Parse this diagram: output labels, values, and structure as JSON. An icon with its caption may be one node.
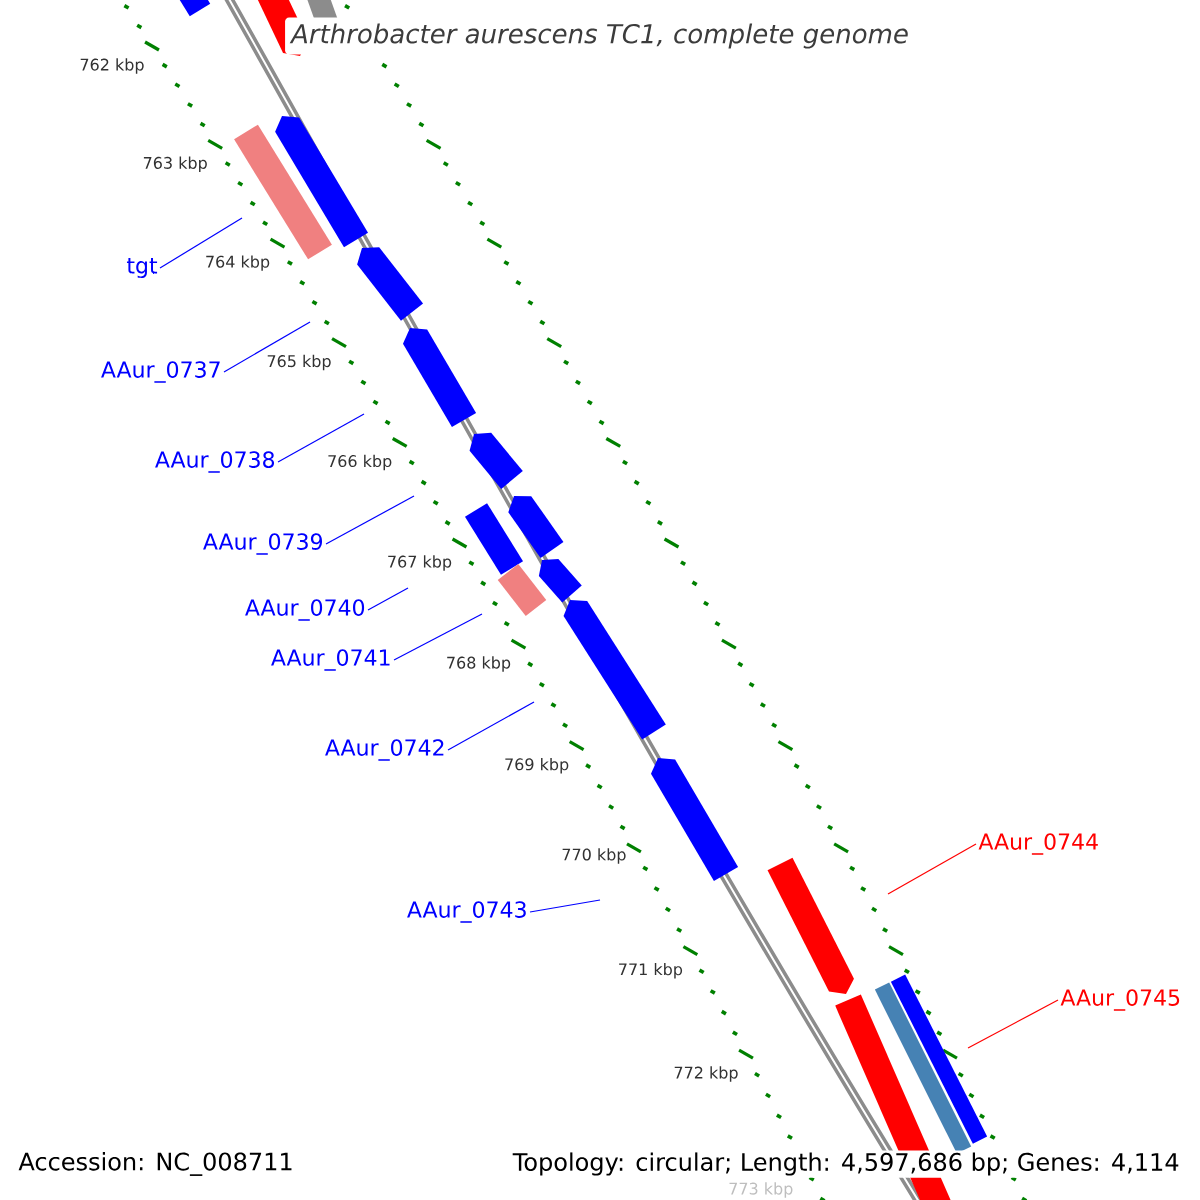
{
  "diagram": {
    "title": "Arthrobacter aurescens TC1, complete genome",
    "nodes": [
      {
        "text": [
          "tgt"
        ]
      },
      {
        "text": [
          "AAur_0737"
        ]
      },
      {
        "text": [
          "AAur_0738"
        ]
      },
      {
        "text": [
          "AAur_0739"
        ]
      },
      {
        "text": [
          "AAur_0740"
        ]
      },
      {
        "text": [
          "AAur_0741"
        ]
      },
      {
        "text": [
          "AAur_0742"
        ]
      },
      {
        "text": [
          "AAur_0743"
        ]
      },
      {
        "text": [
          "AAur_0744"
        ]
      },
      {
        "text": [
          "AAur_0745"
        ]
      }
    ],
    "edges": [
      {
        "from": 0,
        "to": null,
        "arrow": "none"
      },
      {
        "from": 1,
        "to": null,
        "arrow": "none"
      },
      {
        "from": 2,
        "to": null,
        "arrow": "none"
      },
      {
        "from": 3,
        "to": null,
        "arrow": "none"
      },
      {
        "from": 4,
        "to": null,
        "arrow": "none"
      },
      {
        "from": 5,
        "to": null,
        "arrow": "none"
      },
      {
        "from": 6,
        "to": null,
        "arrow": "none"
      },
      {
        "from": 7,
        "to": null,
        "arrow": "none"
      },
      {
        "from": 8,
        "to": null,
        "arrow": "none",
        "color": "#ff0000"
      },
      {
        "from": 9,
        "to": null,
        "arrow": "none",
        "color": "#ff0000"
      }
    ],
    "labels": [
      "762 kbp",
      "763 kbp",
      "764 kbp",
      "765 kbp",
      "766 kbp",
      "767 kbp",
      "768 kbp",
      "769 kbp",
      "770 kbp",
      "771 kbp",
      "772 kbp",
      "773 kbp",
      "Accession: NC_008711",
      "Topology: circular; Length: 4,597,686 bp; Genes: 4,114"
    ]
  }
}
